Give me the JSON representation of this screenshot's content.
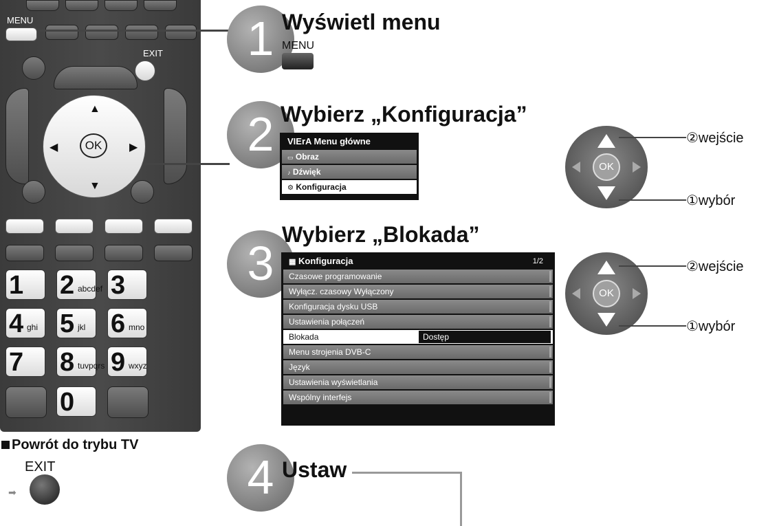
{
  "remote": {
    "menu_label": "MENU",
    "exit_label": "EXIT",
    "ok_label": "OK",
    "keys": [
      {
        "num": "1",
        "sub": ""
      },
      {
        "num": "2",
        "sub": "abcdef"
      },
      {
        "num": "3",
        "sub": ""
      },
      {
        "num": "4",
        "sub": "ghi"
      },
      {
        "num": "5",
        "sub": "jkl"
      },
      {
        "num": "6",
        "sub": "mno"
      },
      {
        "num": "7",
        "sub": ""
      },
      {
        "num": "8",
        "sub": "tuvpqrs"
      },
      {
        "num": "9",
        "sub": "wxyz"
      },
      {
        "num": "0",
        "sub": ""
      }
    ]
  },
  "return_section": {
    "heading": "Powrót do trybu TV",
    "exit_label": "EXIT"
  },
  "steps": [
    {
      "number": "1",
      "heading": "Wyświetl menu",
      "button_label": "MENU"
    },
    {
      "number": "2",
      "heading": "Wybierz „Konfiguracja”"
    },
    {
      "number": "3",
      "heading": "Wybierz „Blokada”"
    },
    {
      "number": "4",
      "heading": "Ustaw"
    }
  ],
  "main_menu": {
    "logo": "VIErA",
    "title": "Menu główne",
    "items": [
      "Obraz",
      "Dźwięk",
      "Konfiguracja"
    ],
    "selected_index": 2
  },
  "config_menu": {
    "title": "Konfiguracja",
    "page": "1/2",
    "items": [
      "Czasowe programowanie",
      "Wyłącz. czasowy Wyłączony",
      "Konfiguracja dysku USB",
      "Ustawienia połączeń",
      "Blokada",
      "Menu strojenia DVB-C",
      "Język",
      "Ustawienia wyświetlania",
      "Wspólny interfejs"
    ],
    "selected_index": 4,
    "selected_value": "Dostęp"
  },
  "dpad_labels": {
    "ok": "OK",
    "enter": "②wejście",
    "select": "①wybór"
  }
}
